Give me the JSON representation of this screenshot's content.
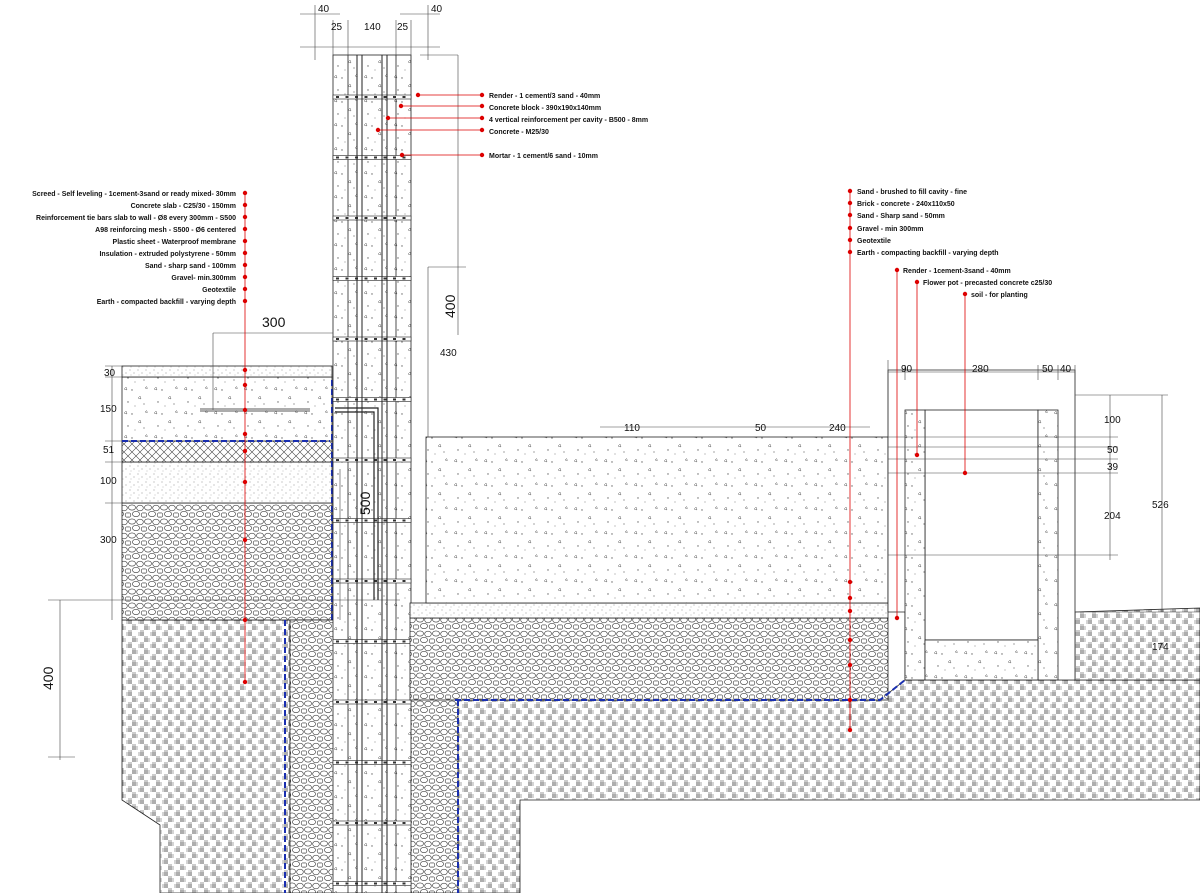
{
  "wall_labels": [
    "Render - 1 cement/3 sand - 40mm",
    "Concrete block - 390x190x140mm",
    "4 vertical reinforcement per cavity - B500 - 8mm",
    "Concrete - M25/30",
    "Mortar  - 1 cement/6 sand - 10mm"
  ],
  "floor_labels": [
    "Screed - Self leveling - 1cement-3sand or ready mixed- 30mm",
    "Concrete slab - C25/30 - 150mm",
    "Reinforcement tie bars slab to wall - Ø8 every 300mm - S500",
    "A98 reinforcing mesh - S500 - Ø6 centered",
    "Plastic sheet - Waterproof membrane",
    "Insulation - extruded polystyrene - 50mm",
    "Sand - sharp sand - 100mm",
    "Gravel- min.300mm",
    "Geotextile",
    "Earth - compacted backfill - varying depth"
  ],
  "paving_labels": [
    "Sand - brushed to fill cavity - fine",
    "Brick - concrete - 240x110x50",
    "Sand - Sharp sand - 50mm",
    "Gravel - min 300mm",
    "Geotextile",
    "Earth - compacting backfill - varying depth"
  ],
  "pot_labels": [
    "Render - 1cement-3sand - 40mm",
    "Flower pot - precasted concrete c25/30",
    "soil - for planting"
  ],
  "dims": {
    "d40a": "40",
    "d25a": "25",
    "d140": "140",
    "d25b": "25",
    "d40b": "40",
    "d300": "300",
    "d400v": "400",
    "d430": "430",
    "d30": "30",
    "d150": "150",
    "d51": "51",
    "d100": "100",
    "d300b": "300",
    "d500": "500",
    "d400b": "400",
    "d110": "110",
    "d50a": "50",
    "d240": "240",
    "d90": "90",
    "d280": "280",
    "d50b": "50",
    "d40c": "40",
    "d100r": "100",
    "d50r": "50",
    "d39": "39",
    "d204": "204",
    "d526": "526",
    "d174": "174"
  }
}
